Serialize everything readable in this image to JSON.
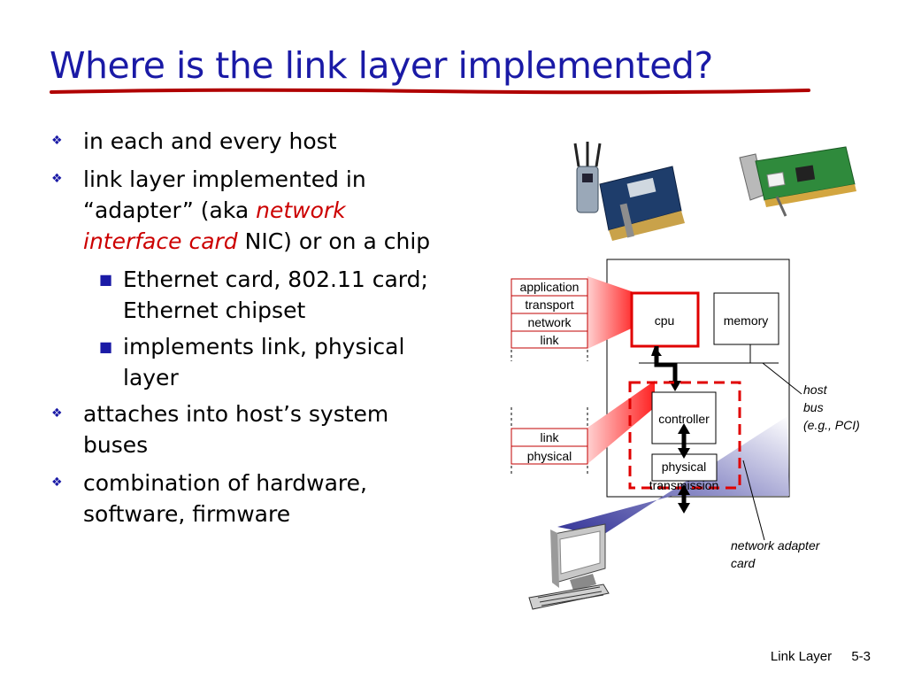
{
  "slide": {
    "title": "Where is the link layer implemented?",
    "footer": {
      "section": "Link Layer",
      "page": "5-3"
    }
  },
  "bullets": {
    "b1": "in each and every host",
    "b2_part1": "link layer implemented in “adapter” (aka ",
    "b2_emph": "network interface card",
    "b2_part2": " NIC) or on a chip",
    "b2_sub1": "Ethernet card, 802.11 card; Ethernet chipset",
    "b2_sub2": "implements link, physical layer",
    "b3": "attaches into host’s system buses",
    "b4": "combination of hardware, software, firmware"
  },
  "diagram": {
    "stack_top": [
      "application",
      "transport",
      "network",
      "link"
    ],
    "stack_bottom": [
      "link",
      "physical"
    ],
    "cpu": "cpu",
    "memory": "memory",
    "controller": "controller",
    "physical_transmission": [
      "physical",
      "transmission"
    ],
    "host_bus_label": [
      "host",
      "bus",
      "(e.g., PCI)"
    ],
    "adapter_label": [
      "network adapter",
      "card"
    ]
  },
  "colors": {
    "title": "#1a1aa6",
    "accent": "#cc0000",
    "bullet_mark": "#1a1aa6"
  }
}
